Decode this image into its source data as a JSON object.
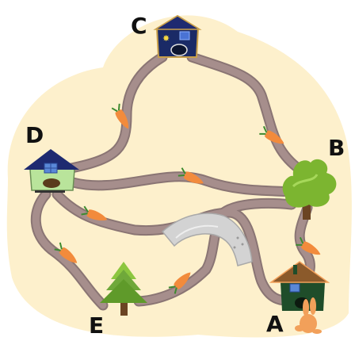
{
  "nodes": [
    {
      "id": "C",
      "label": "C",
      "kind": "house-night"
    },
    {
      "id": "D",
      "label": "D",
      "kind": "house-green"
    },
    {
      "id": "B",
      "label": "B",
      "kind": "tree"
    },
    {
      "id": "A",
      "label": "A",
      "kind": "rabbit-home"
    },
    {
      "id": "E",
      "label": "E",
      "kind": "pine-tree"
    }
  ],
  "paths": [
    {
      "from": "C",
      "to": "D",
      "carrots": 1
    },
    {
      "from": "C",
      "to": "B",
      "carrots": 1
    },
    {
      "from": "D",
      "to": "B",
      "carrots": 1
    },
    {
      "from": "D",
      "to": "A",
      "carrots": 1
    },
    {
      "from": "D",
      "to": "E",
      "carrots": 1
    },
    {
      "from": "E",
      "to": "B",
      "carrots": 1
    },
    {
      "from": "B",
      "to": "A",
      "carrots": 1
    }
  ],
  "features": {
    "bridge": "stone-bridge",
    "character": "rabbit"
  },
  "colors": {
    "background_blob": "#fdf0cc",
    "path": "#a68e8c",
    "path_edge": "#8a7574",
    "carrot": "#f28b3c",
    "carrot_leaf": "#3d8a2f",
    "tree": "#7cb530",
    "pine": "#5f9a2a",
    "trunk": "#6b4423",
    "house_c": "#1a2a66",
    "house_d": "#b9e49b",
    "house_a": "#1f4d2a",
    "roof_dark": "#1e2a70",
    "roof_brown": "#8b5a2b",
    "rabbit": "#f2a05a"
  }
}
